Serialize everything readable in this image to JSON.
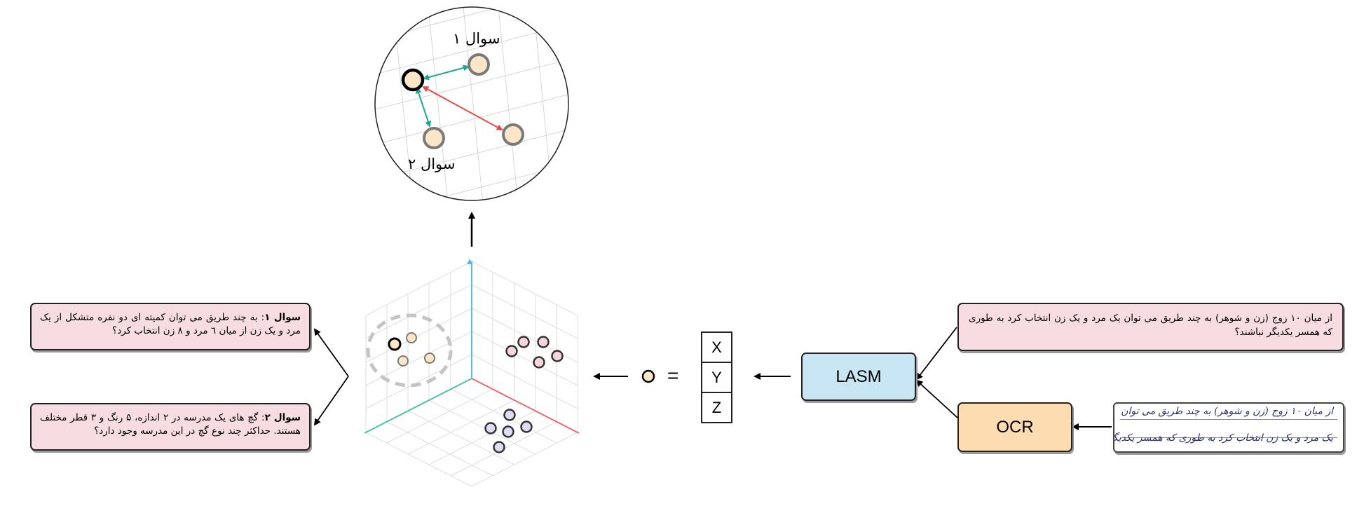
{
  "colors": {
    "arrow_green": "#1fa68c",
    "arrow_red": "#e84a4a",
    "axis_blue": "#5cb8e6",
    "axis_red": "#ec6b6b",
    "axis_green": "#4fc0a8",
    "point_peach": "#fde5c8",
    "point_pink": "#f6d6dc",
    "point_lavender": "#dcdcf4",
    "box_pink": "#f7dde1",
    "box_blue": "#c8e6f3",
    "box_orange": "#fcdcb0"
  },
  "zoom": {
    "label_q1": "سوال ۱",
    "label_q2": "سوال ۲"
  },
  "questions": {
    "q1_title": "سوال ۱",
    "q1_text": ": به چند طریق می توان کمیته ای دو نفره متشکل از یک مرد و یک زن از میان ٦ مرد و ۸ زن انتخاب کرد؟",
    "q2_title": "سوال ۲",
    "q2_text": ": گچ های یک مدرسه در ۲ اندازه، ۵ رنگ و ۳ قطر مختلف هستند. حداکثر چند نوع گچ در این مدرسه وجود دارد؟"
  },
  "vector": [
    "X",
    "Y",
    "Z"
  ],
  "equals": "=",
  "model_label": "LASM",
  "ocr_label": "OCR",
  "input_text": "از میان ۱۰ زوج (زن و شوهر) به چند طریق می توان یک مرد و یک زن انتخاب کرد به طوری که همسر یکدیگر نباشند؟",
  "handwritten": {
    "line1": "از میان ۱۰ زوج (زن و شوهر) به چند طریق می توان",
    "line2": "یک مرد و یک زن انتخاب کرد به طوری که همسر یکدیگر نباشند؟"
  }
}
